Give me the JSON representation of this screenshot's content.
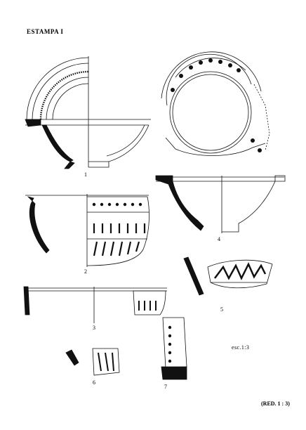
{
  "plate": {
    "title": "ESTAMPA I",
    "scale": "esc.1:3",
    "reduction": "(RED. 1 : 3)"
  },
  "figures": [
    {
      "number": "1"
    },
    {
      "number": "2"
    },
    {
      "number": "3"
    },
    {
      "number": "4"
    },
    {
      "number": "5"
    },
    {
      "number": "6"
    },
    {
      "number": "7"
    }
  ]
}
